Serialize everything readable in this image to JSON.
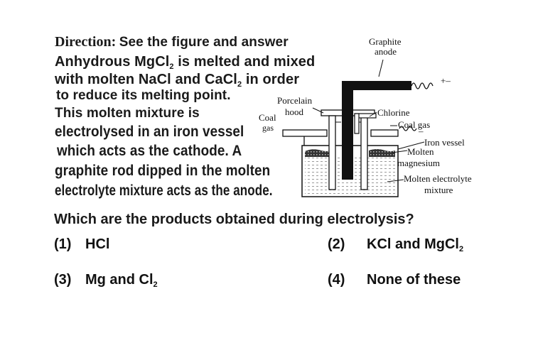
{
  "direction": {
    "label": "Direction:",
    "text": "See the figure and answer"
  },
  "passage": {
    "l1_pre": "Anhydrous MgCl",
    "l1_sub": "2",
    "l1_post": " is melted and mixed",
    "l2_pre": "with molten NaCl and CaCl",
    "l2_sub": "2",
    "l2_post": " in order",
    "l3": "to reduce its melting point.",
    "l4": "This molten mixture is",
    "l5": "electrolysed in an iron vessel",
    "l6": "which acts as the cathode. A",
    "l7": "graphite rod dipped in the molten",
    "l8": "electrolyte mixture acts as the anode."
  },
  "figure": {
    "graphite_anode_1": "Graphite",
    "graphite_anode_2": "anode",
    "plus_minus": "+–",
    "porcelain_1": "Porcelain",
    "porcelain_2": "hood",
    "coal_left_1": "Coal",
    "coal_left_2": "gas",
    "chlorine": "Chlorine",
    "coal_right": "Coal gas",
    "minus": "–",
    "iron_vessel": "Iron vessel",
    "molten_mg_1": "Molten",
    "molten_mg_2": "magnesium",
    "molten_el_1": "Molten electrolyte",
    "molten_el_2": "mixture"
  },
  "question": "Which are the products obtained during electrolysis?",
  "options": {
    "o1": {
      "num": "(1)",
      "text": "HCl"
    },
    "o2": {
      "num": "(2)",
      "text_pre": "KCl and MgCl",
      "sub": "2"
    },
    "o3": {
      "num": "(3)",
      "text_pre": "Mg and Cl",
      "sub": "2"
    },
    "o4": {
      "num": "(4)",
      "text": "None of these"
    }
  }
}
